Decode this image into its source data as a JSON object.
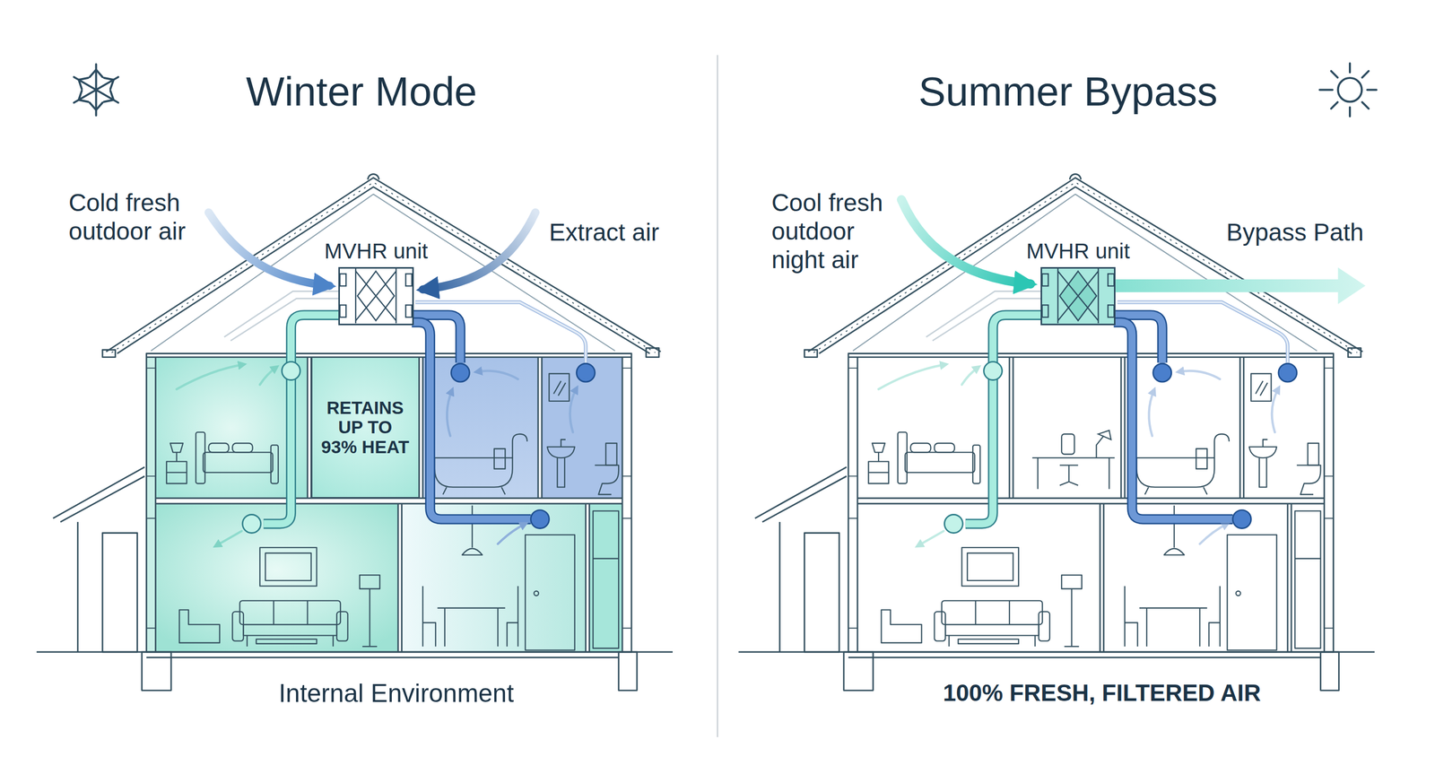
{
  "diagram": {
    "nodes": [
      {
        "text": [
          "MVHR unit"
        ]
      },
      {
        "text": [
          "RETAINS UP TO 93% HEAT"
        ]
      },
      {
        "text": [
          "MVHR unit"
        ]
      }
    ],
    "labels": [
      "Winter Mode",
      "Cold fresh outdoor air",
      "Extract air",
      "Internal Environment",
      "Summer Bypass",
      "Cool fresh outdoor night air",
      "Bypass Path",
      "100% FRESH, FILTERED AIR"
    ]
  }
}
